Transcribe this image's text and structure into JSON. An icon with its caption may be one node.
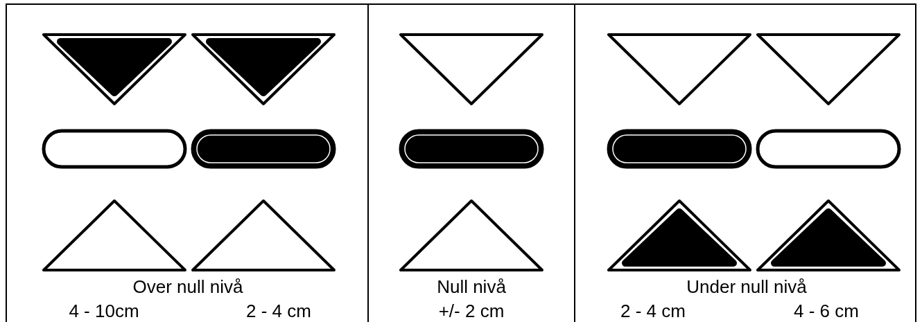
{
  "diagram": {
    "nodes": [
      {
        "text": [
          "Over null nivå",
          "4 - 10cm",
          "2 - 4 cm"
        ]
      },
      {
        "text": [
          "Null nivå",
          "+/- 2 cm"
        ]
      },
      {
        "text": [
          "Under null nivå",
          "2 - 4 cm",
          "4 - 6 cm"
        ]
      }
    ]
  }
}
